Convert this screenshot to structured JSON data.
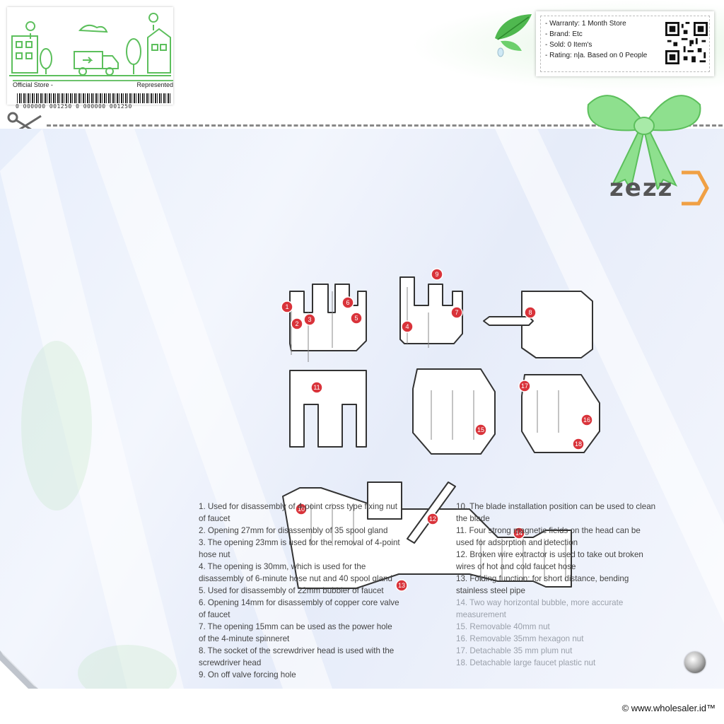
{
  "store": {
    "official_label": "Official Store -",
    "represented_label": "Represented",
    "barcode_number": "0 000000 001250 0  000000 001250"
  },
  "info": {
    "warranty": "- Warranty: 1 Month Store",
    "brand": "- Brand: Etc",
    "sold": "- Sold: 0 Item's",
    "rating": "- Rating: n|a. Based on 0 People"
  },
  "brand_logo": "zezz",
  "callouts": [
    "1",
    "2",
    "3",
    "4",
    "5",
    "6",
    "7",
    "8",
    "9",
    "10",
    "11",
    "12",
    "13",
    "14",
    "15",
    "16",
    "17",
    "18"
  ],
  "instructions_left": [
    "1. Used for disassembly of 4-point cross type fixing nut",
    "of faucet",
    "2. Opening 27mm for disassembly of 35 spool gland",
    "3. The opening 23mm is used for the removal of 4-point",
    "hose nut",
    "4. The opening is 30mm, which is used for the",
    "disassembly of 6-minute hose nut and 40 spool gland",
    "5. Used for disassembly of 22mm bubbler of faucet",
    "6. Opening 14mm for disassembly of copper core valve",
    "of faucet",
    "7. The opening 15mm can be used as the power hole",
    "of the 4-minute spinneret",
    "8. The socket of the screwdriver head is used with the",
    "screwdriver head",
    "9. On off valve forcing hole"
  ],
  "instructions_right": [
    "10. The blade installation position can be used to clean",
    "the blade",
    "11. Four strong magnetic fields on the head can be",
    "used for adsorption and detection",
    "12. Broken wire extractor is used to take out broken",
    "wires of hot and cold faucet hose",
    "13. Folding function: for short distance, bending",
    "stainless steel pipe",
    "14. Two way horizontal bubble, more accurate",
    "measurement",
    "15. Removable 40mm nut",
    "16. Removable 35mm hexagon nut",
    "17. Detachable 35 mm plum nut",
    "18. Detachable large faucet plastic nut"
  ],
  "footer": "© www.wholesaler.id™",
  "colors": {
    "accent_green": "#5cbf5c",
    "callout_red": "#d9333a",
    "panel_blue": "#e7eefb"
  }
}
